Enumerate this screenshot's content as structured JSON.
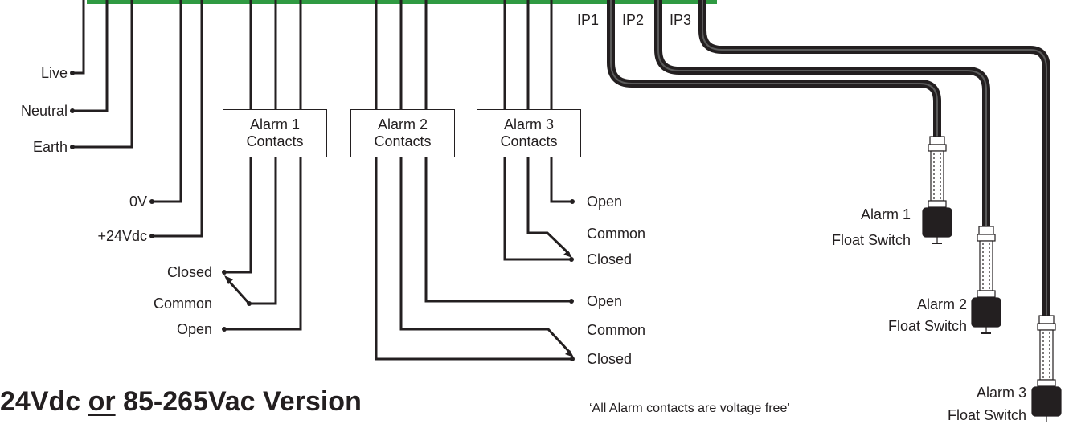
{
  "colors": {
    "board": "#2f9a42",
    "wire": "#231f20"
  },
  "inputs": {
    "ip1": "IP1",
    "ip2": "IP2",
    "ip3": "IP3"
  },
  "power": {
    "live": "Live",
    "neutral": "Neutral",
    "earth": "Earth",
    "zero_v": "0V",
    "plus24": "+24Vdc"
  },
  "contacts": {
    "alarm1": {
      "line1": "Alarm 1",
      "line2": "Contacts",
      "closed": "Closed",
      "common": "Common",
      "open": "Open"
    },
    "alarm2": {
      "line1": "Alarm 2",
      "line2": "Contacts",
      "open": "Open",
      "common": "Common",
      "closed": "Closed"
    },
    "alarm3": {
      "line1": "Alarm 3",
      "line2": "Contacts",
      "open": "Open",
      "common": "Common",
      "closed": "Closed"
    }
  },
  "floats": {
    "f1": {
      "line1": "Alarm 1",
      "line2": "Float Switch"
    },
    "f2": {
      "line1": "Alarm 2",
      "line2": "Float Switch"
    },
    "f3": {
      "line1": "Alarm 3",
      "line2": "Float  Switch"
    }
  },
  "title": {
    "part1": "24Vdc ",
    "or": "or",
    "part2": " 85-265Vac Version"
  },
  "note": "‘All Alarm contacts are voltage free’"
}
